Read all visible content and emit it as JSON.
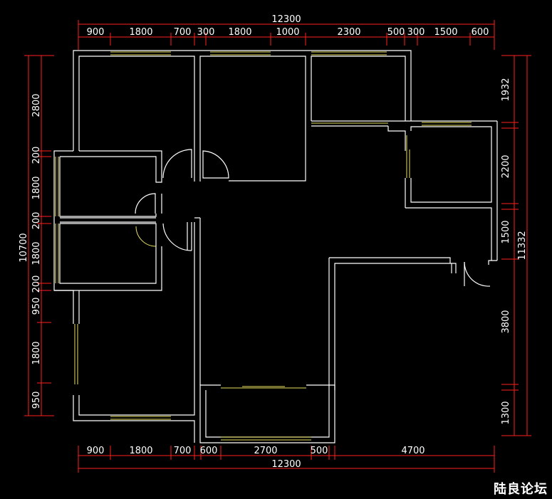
{
  "drawing": {
    "background": "#000000",
    "dimension_color": "#ff2020",
    "wall_color": "#ffffff",
    "window_color": "#e8e060"
  },
  "dims": {
    "top_total": "12300",
    "top": [
      "900",
      "1800",
      "700",
      "300",
      "1800",
      "1000",
      "2300",
      "500",
      "300",
      "1500",
      "600"
    ],
    "bottom_total": "12300",
    "bottom": [
      "900",
      "1800",
      "700",
      "600",
      "2700",
      "500",
      "4700"
    ],
    "left_total": "10700",
    "left": [
      "2800",
      "200",
      "1800",
      "200",
      "1800",
      "950",
      "200",
      "1800",
      "950"
    ],
    "right_total": "11332",
    "right": [
      "1932",
      "2200",
      "1500",
      "3800",
      "1300"
    ]
  },
  "watermark": "陆良论坛"
}
